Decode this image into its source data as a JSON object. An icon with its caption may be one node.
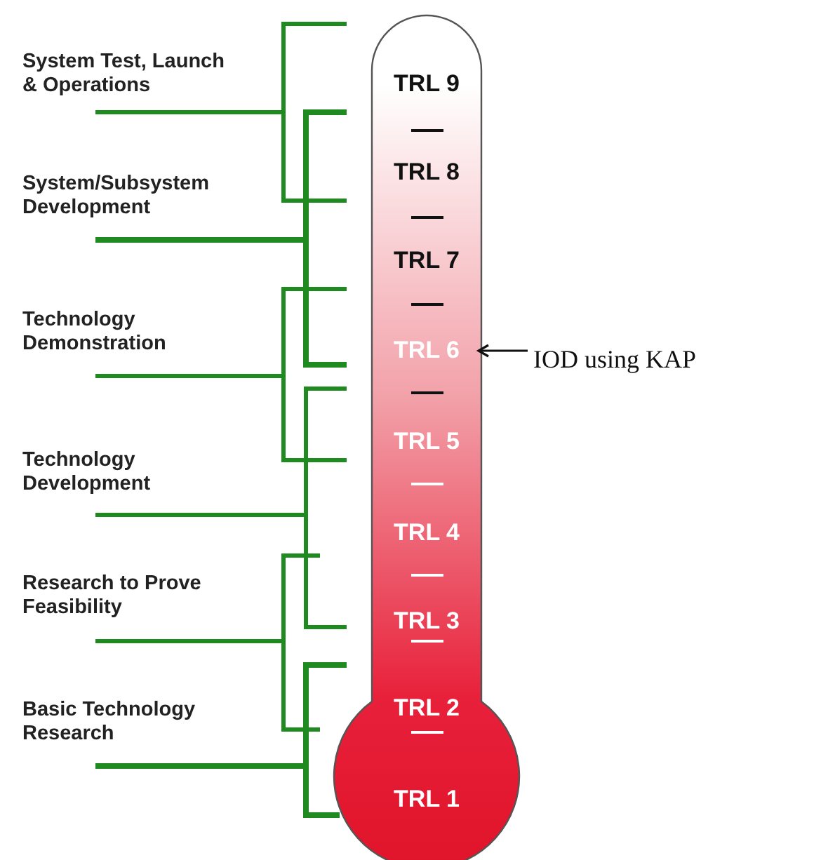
{
  "diagram": {
    "nodes": [
      {
        "text": [
          "System Test, Launch & Operations"
        ]
      },
      {
        "text": [
          "System/Subsystem Development"
        ]
      },
      {
        "text": [
          "Technology Demonstration"
        ]
      },
      {
        "text": [
          "Technology Development"
        ]
      },
      {
        "text": [
          "Research to Prove Feasibility"
        ]
      },
      {
        "text": [
          "Basic Technology Research"
        ]
      },
      {
        "text": [
          "TRL 9"
        ]
      },
      {
        "text": [
          "TRL 8"
        ]
      },
      {
        "text": [
          "TRL 7"
        ]
      },
      {
        "text": [
          "TRL 6"
        ]
      },
      {
        "text": [
          "TRL 5"
        ]
      },
      {
        "text": [
          "TRL 4"
        ]
      },
      {
        "text": [
          "TRL 3"
        ]
      },
      {
        "text": [
          "TRL 2"
        ]
      },
      {
        "text": [
          "TRL 1"
        ]
      },
      {
        "text": [
          "IOD using KAP"
        ]
      }
    ],
    "edges": [
      {
        "from": 15,
        "to": 9,
        "arrow": "to"
      }
    ]
  }
}
